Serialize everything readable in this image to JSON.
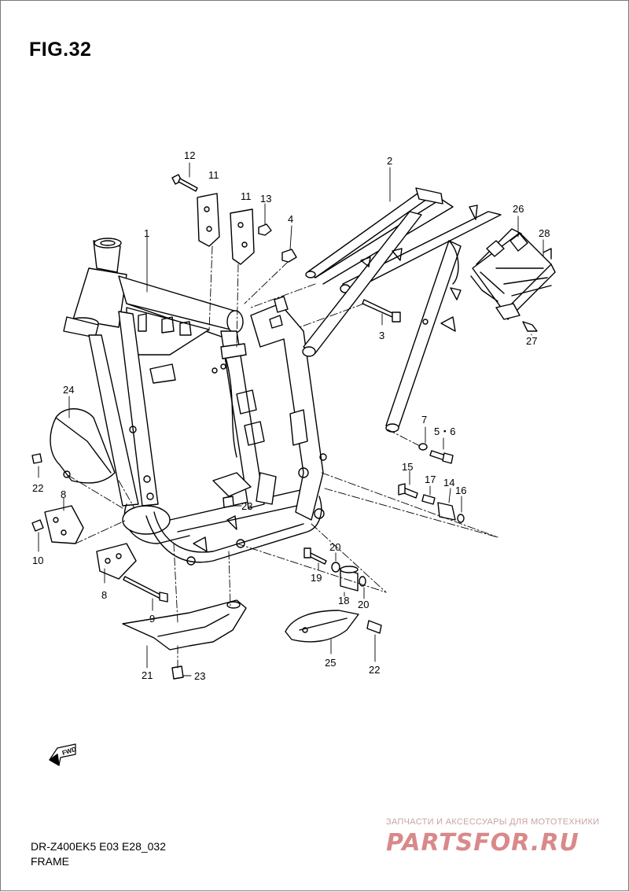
{
  "figure": {
    "title": "FIG.32",
    "model_code": "DR-Z400EK5 E03 E28_032",
    "section_name": "FRAME",
    "forward_arrow_label": "FWD"
  },
  "watermark": {
    "tagline": "ЗАПЧАСТИ И АКСЕССУАРЫ ДЛЯ МОТОТЕХНИКИ",
    "logo_text": "PARTSFOR.RU"
  },
  "callouts": {
    "c1": "1",
    "c2": "2",
    "c3": "3",
    "c4": "4",
    "c5_6": "5・6",
    "c7": "7",
    "c8a": "8",
    "c8b": "8",
    "c9": "9",
    "c10": "10",
    "c11a": "11",
    "c11b": "11",
    "c12": "12",
    "c13": "13",
    "c14": "14",
    "c15": "15",
    "c16": "16",
    "c17": "17",
    "c18": "18",
    "c19": "19",
    "c20a": "20",
    "c20b": "20",
    "c21": "21",
    "c22a": "22",
    "c22b": "22",
    "c23a": "23",
    "c23b": "23",
    "c24": "24",
    "c25": "25",
    "c26": "26",
    "c27": "27",
    "c28": "28"
  }
}
